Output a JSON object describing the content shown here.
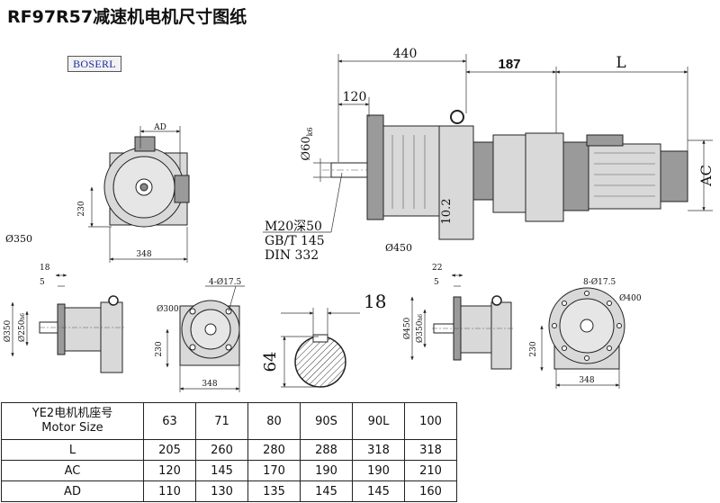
{
  "title": "RF97R57减速机电机尺寸图纸",
  "brand": "BOSERL",
  "main_view": {
    "dim_440": "440",
    "dim_187": "187",
    "dim_L": "L",
    "dim_120": "120",
    "dim_shaft": "Ø60",
    "dim_shaft_tol": "k6",
    "dim_10_2": "10.2",
    "dim_AC": "AC",
    "dim_450": "Ø450",
    "note_line1": "M20深50",
    "note_line2": "GB/T 145",
    "note_line3": "DIN 332"
  },
  "end_view": {
    "dim_AD": "AD",
    "dim_230": "230",
    "dim_348": "348",
    "dim_350": "Ø350"
  },
  "view_a": {
    "dim_18": "18",
    "dim_5": "5",
    "dim_350": "Ø350",
    "dim_250": "Ø250",
    "dim_250_tol": "h6"
  },
  "view_b": {
    "dim_bolts": "4-Ø17.5",
    "dim_300": "Ø300",
    "dim_230": "230",
    "dim_348": "348"
  },
  "key_view": {
    "dim_18": "18",
    "dim_64": "64"
  },
  "view_c": {
    "dim_22": "22",
    "dim_5": "5",
    "dim_450": "Ø450",
    "dim_350": "Ø350",
    "dim_350_tol": "h6"
  },
  "view_d": {
    "dim_bolts": "8-Ø17.5",
    "dim_400": "Ø400",
    "dim_230": "230",
    "dim_348": "348"
  },
  "table": {
    "header_line1": "YE2电机机座号",
    "header_line2": "Motor Size",
    "columns": [
      "63",
      "71",
      "80",
      "90S",
      "90L",
      "100"
    ],
    "rows": [
      {
        "label": "L",
        "values": [
          "205",
          "260",
          "280",
          "288",
          "318",
          "318"
        ]
      },
      {
        "label": "AC",
        "values": [
          "120",
          "145",
          "170",
          "190",
          "190",
          "210"
        ]
      },
      {
        "label": "AD",
        "values": [
          "110",
          "130",
          "135",
          "145",
          "145",
          "160"
        ]
      }
    ]
  }
}
